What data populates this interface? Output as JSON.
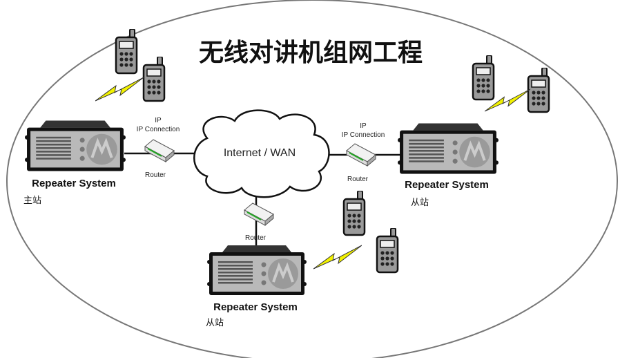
{
  "title": "无线对讲机组网工程",
  "cloud": {
    "label": "Internet / WAN"
  },
  "sites": [
    {
      "system_label": "Repeater System",
      "site_label": "主站",
      "ip_label": "IP Connection",
      "router_label": "Router"
    },
    {
      "system_label": "Repeater System",
      "site_label": "从站",
      "ip_label": "IP Connection",
      "router_label": "Router"
    },
    {
      "system_label": "Repeater System",
      "site_label": "从站",
      "router_label": "Router"
    }
  ],
  "colors": {
    "lightning": "#f2f200",
    "device": "#8a8a8a",
    "outline": "#111111"
  }
}
